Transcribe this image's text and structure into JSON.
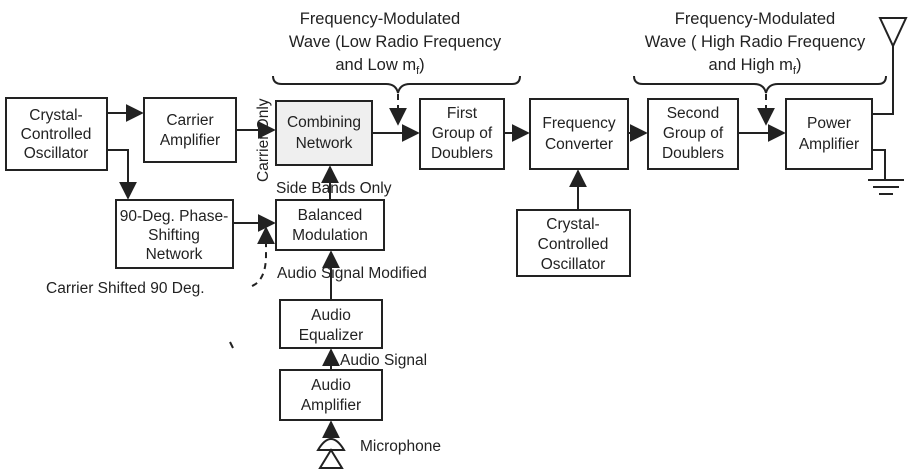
{
  "blocks": {
    "osc1": [
      "Crystal-",
      "Controlled",
      "Oscillator"
    ],
    "carrier_amp": [
      "Carrier",
      "Amplifier"
    ],
    "combining": [
      "Combining",
      "Network"
    ],
    "first_doublers": [
      "First",
      "Group of",
      "Doublers"
    ],
    "freq_conv": [
      "Frequency",
      "Converter"
    ],
    "second_doublers": [
      "Second",
      "Group of",
      "Doublers"
    ],
    "power_amp": [
      "Power",
      "Amplifier"
    ],
    "phase_shift": [
      "90-Deg. Phase-",
      "Shifting",
      "Network"
    ],
    "balanced_mod": [
      "Balanced",
      "Modulation"
    ],
    "osc2": [
      "Crystal-",
      "Controlled",
      "Oscillator"
    ],
    "audio_eq": [
      "Audio",
      "Equalizer"
    ],
    "audio_amp": [
      "Audio",
      "Amplifier"
    ]
  },
  "headers": {
    "low": [
      "Frequency-Modulated",
      "Wave (Low Radio Frequency",
      "and Low m",
      "f",
      ")"
    ],
    "high": [
      "Frequency-Modulated",
      "Wave ( High Radio Frequency",
      "and High m",
      "f",
      ")"
    ]
  },
  "labels": {
    "carrier_only": "Carrier Only",
    "side_bands_only": "Side Bands Only",
    "audio_signal_modified": "Audio Signal Modified",
    "carrier_shifted": "Carrier Shifted 90 Deg.",
    "audio_signal": "Audio Signal",
    "microphone": "Microphone"
  }
}
